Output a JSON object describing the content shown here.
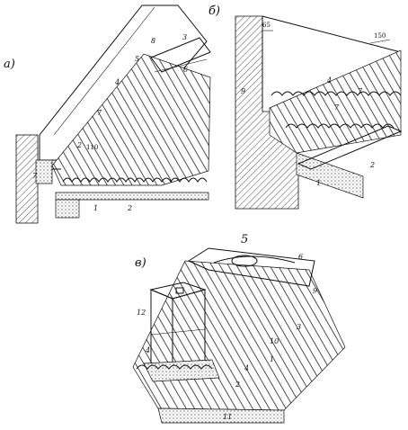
{
  "panels": {
    "a": "а)",
    "b": "б)",
    "c": "в)"
  },
  "dimensions": {
    "b_left": "65",
    "b_right": "150",
    "a_dim": "110"
  },
  "labels_a": [
    "3",
    "8",
    "6",
    "5",
    "7",
    "4",
    "2",
    "7",
    "1",
    "2"
  ],
  "labels_b": [
    "9",
    "4",
    "7",
    "7",
    "2",
    "1"
  ],
  "labels_c": [
    "5",
    "6",
    "9",
    "3",
    "12",
    "10",
    "1",
    "4",
    "4",
    "2",
    "11"
  ]
}
